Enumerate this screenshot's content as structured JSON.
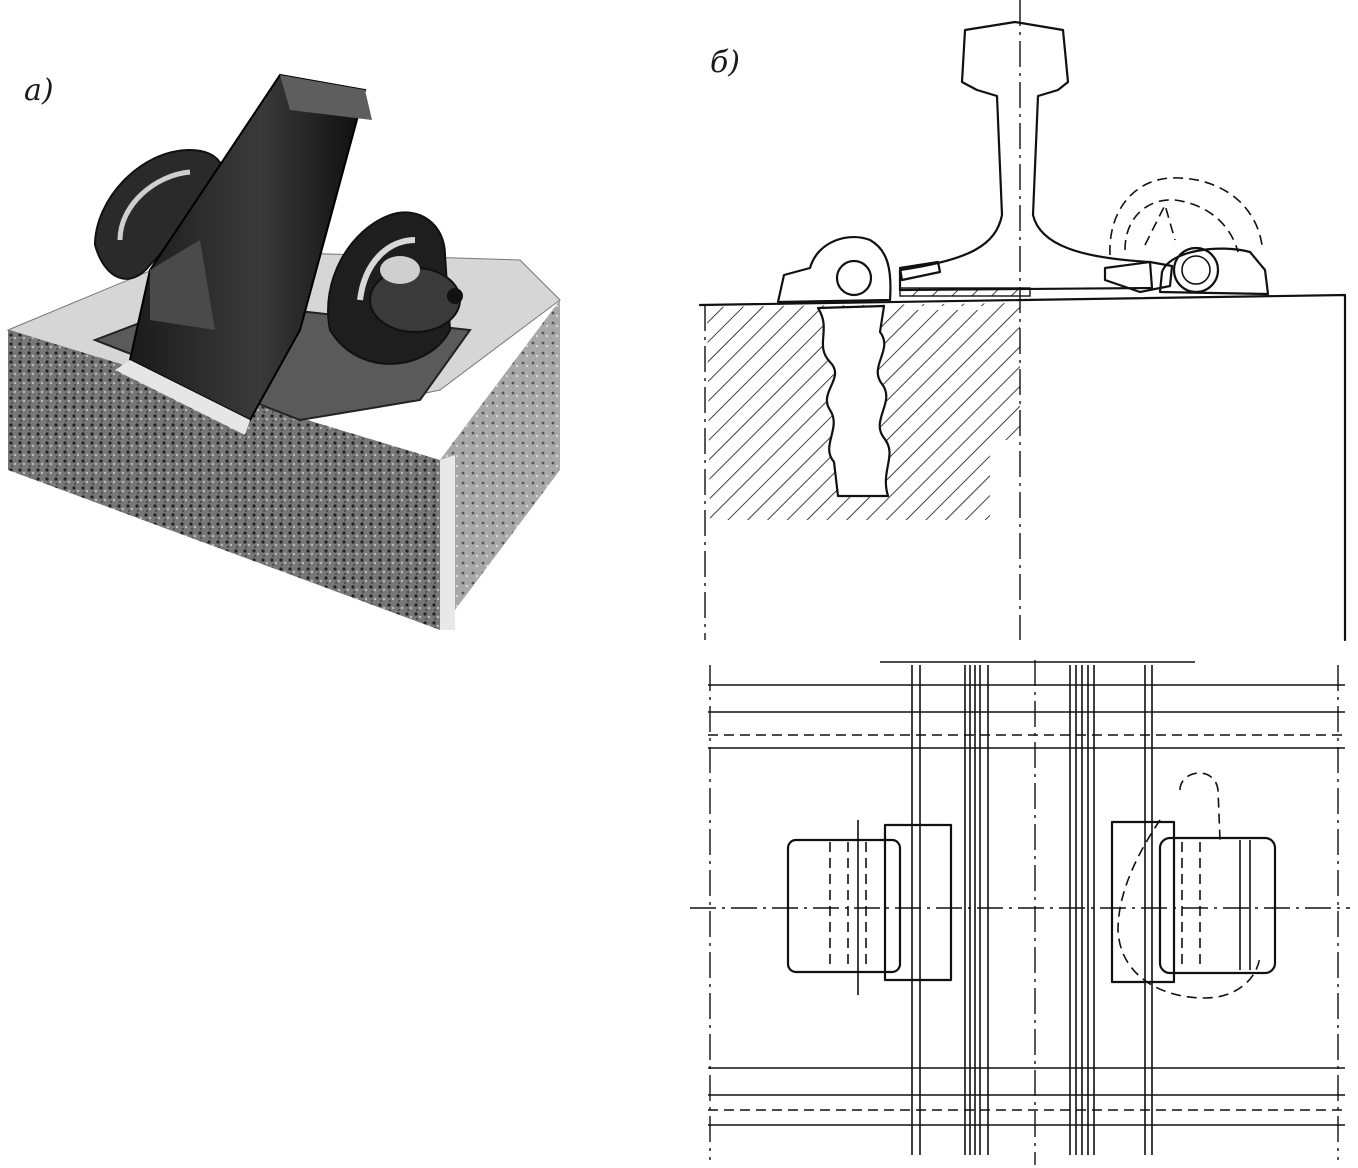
{
  "figure": {
    "panels": [
      {
        "label": "а)",
        "kind": "photograph"
      },
      {
        "label": "б)",
        "kind": "technical-drawing"
      }
    ]
  }
}
